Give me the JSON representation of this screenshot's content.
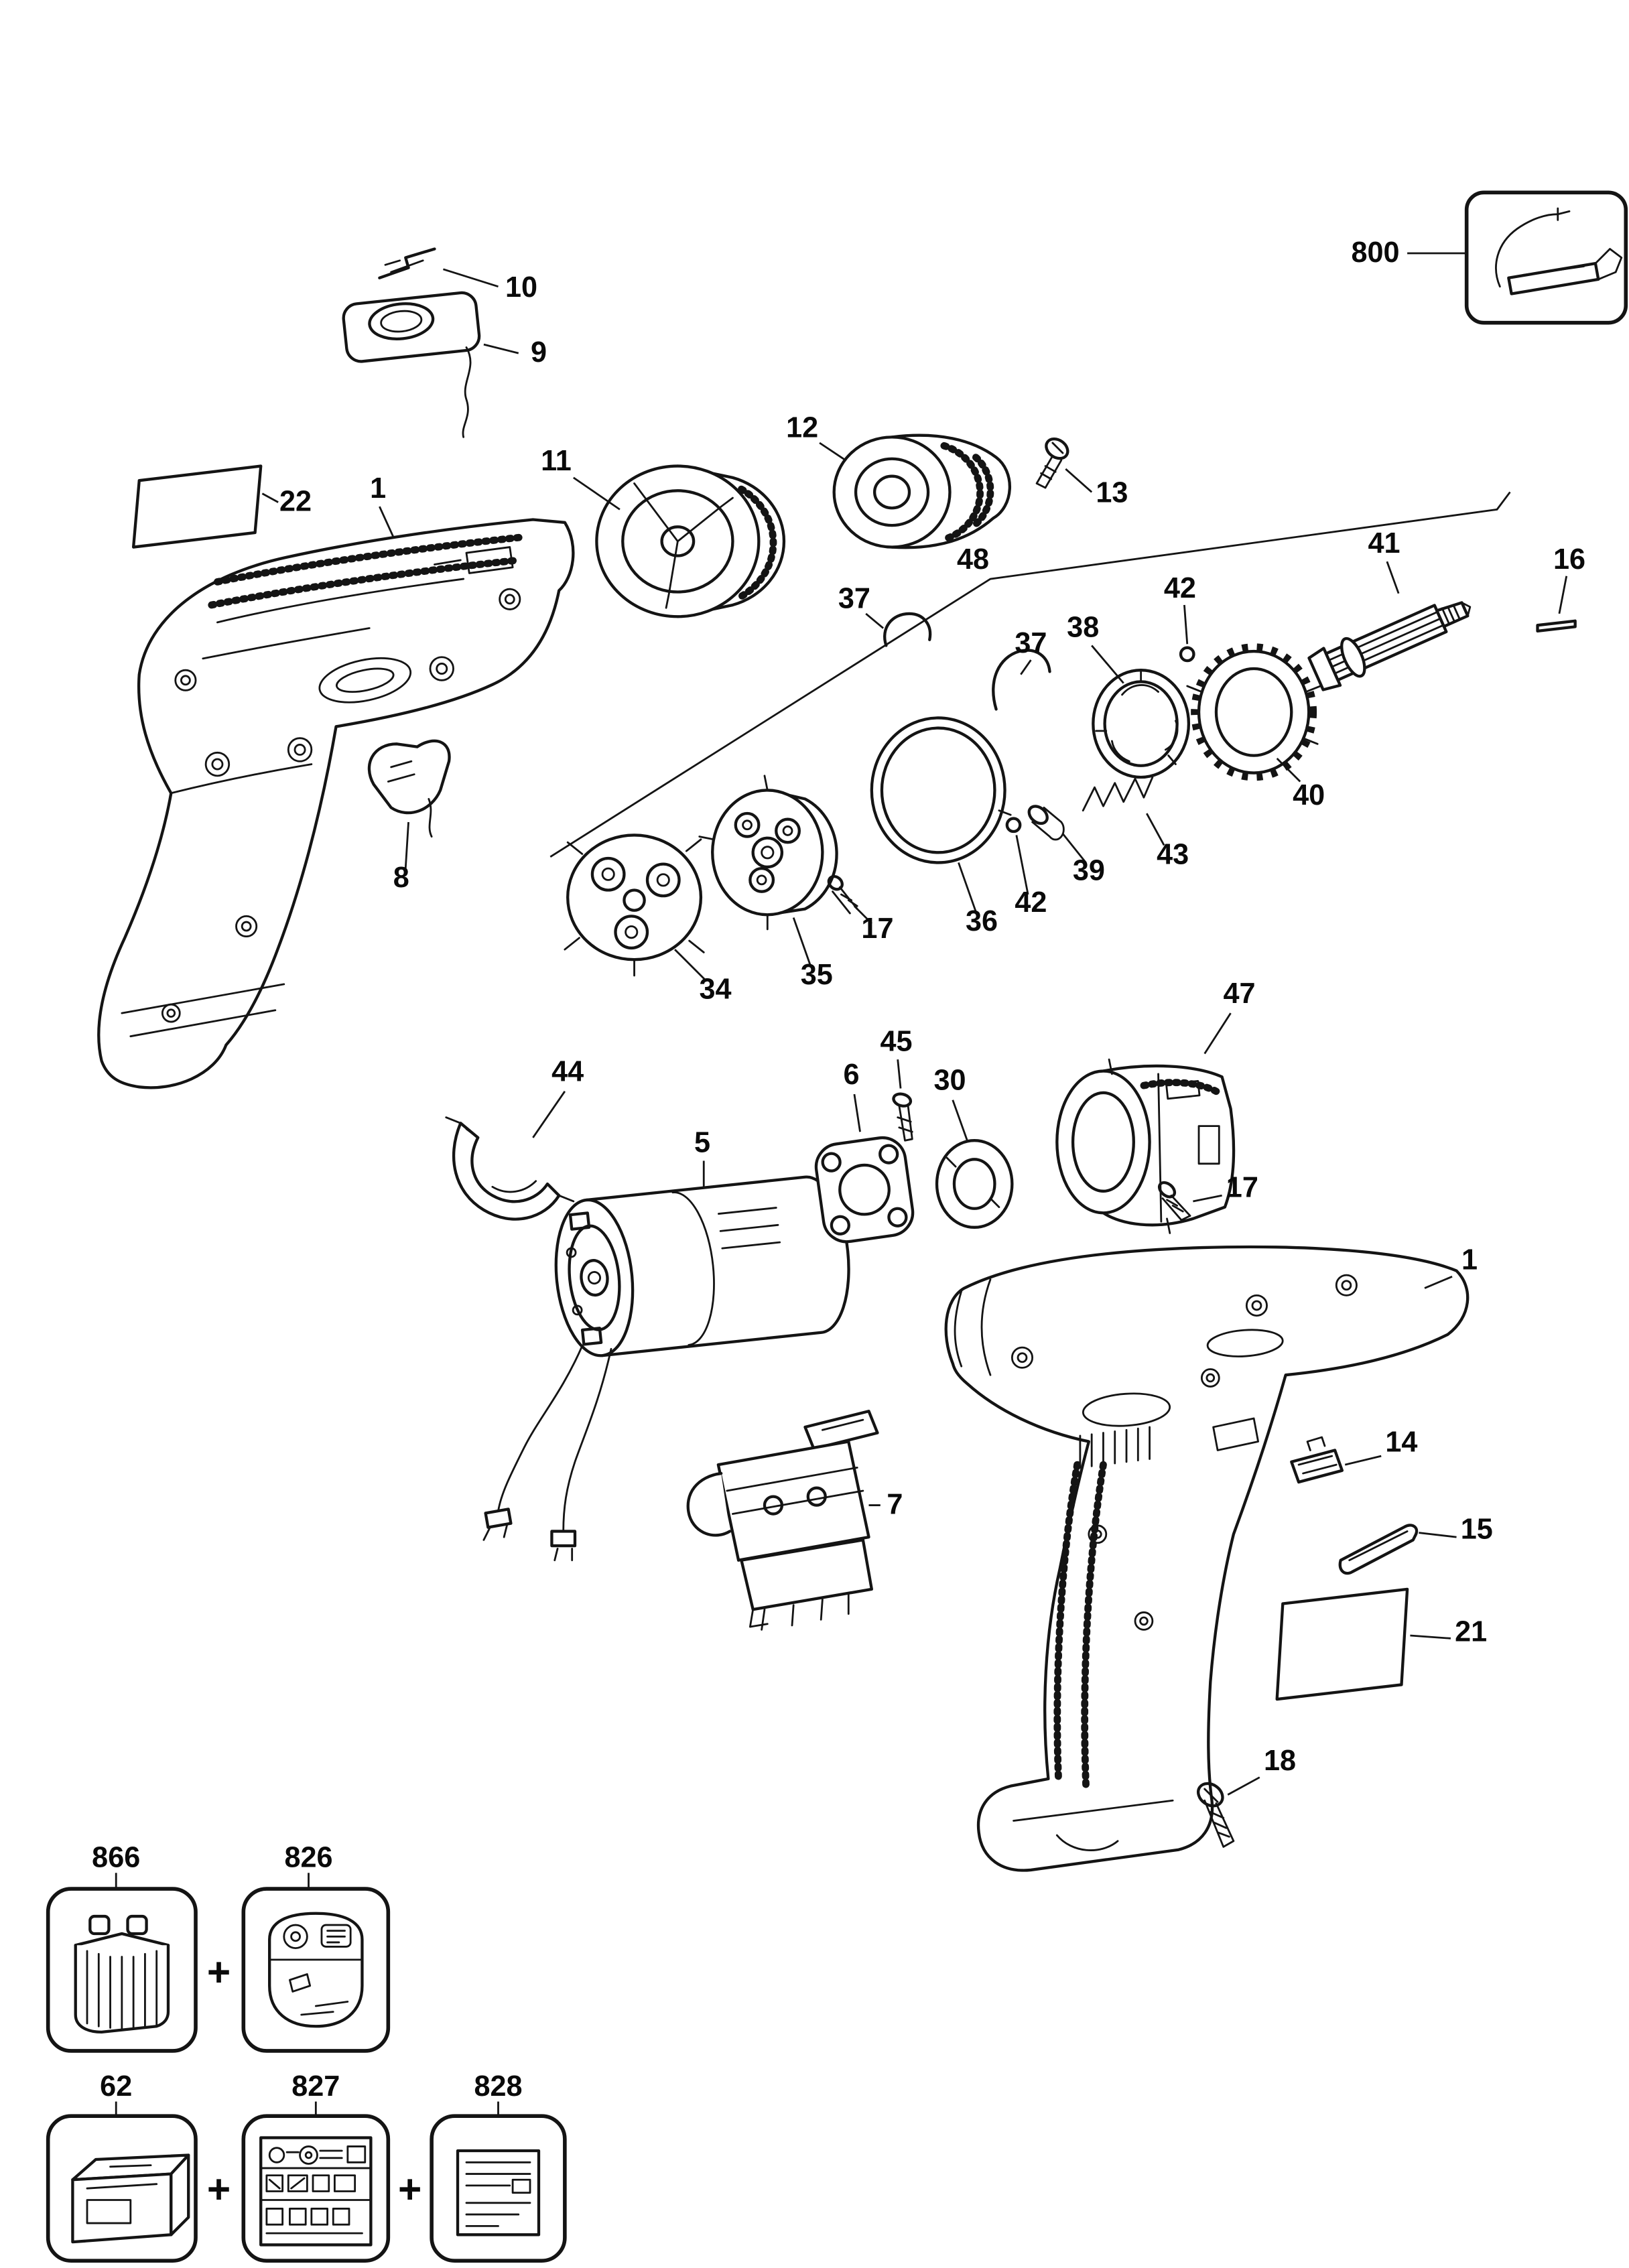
{
  "diagram": {
    "colors": {
      "background": "#ffffff",
      "line": "#141414",
      "label": "#0a0a0a"
    },
    "plus_separator": "+"
  },
  "callouts": [
    {
      "label": "10"
    },
    {
      "label": "9"
    },
    {
      "label": "22"
    },
    {
      "label": "1"
    },
    {
      "label": "11"
    },
    {
      "label": "12"
    },
    {
      "label": "13"
    },
    {
      "label": "37"
    },
    {
      "label": "48"
    },
    {
      "label": "41"
    },
    {
      "label": "16"
    },
    {
      "label": "42"
    },
    {
      "label": "38"
    },
    {
      "label": "37"
    },
    {
      "label": "40"
    },
    {
      "label": "43"
    },
    {
      "label": "39"
    },
    {
      "label": "42"
    },
    {
      "label": "36"
    },
    {
      "label": "17"
    },
    {
      "label": "35"
    },
    {
      "label": "34"
    },
    {
      "label": "8"
    },
    {
      "label": "44"
    },
    {
      "label": "5"
    },
    {
      "label": "6"
    },
    {
      "label": "45"
    },
    {
      "label": "30"
    },
    {
      "label": "47"
    },
    {
      "label": "17"
    },
    {
      "label": "1"
    },
    {
      "label": "14"
    },
    {
      "label": "15"
    },
    {
      "label": "21"
    },
    {
      "label": "18"
    },
    {
      "label": "7"
    },
    {
      "label": "800"
    },
    {
      "label": "866"
    },
    {
      "label": "826"
    },
    {
      "label": "62"
    },
    {
      "label": "827"
    },
    {
      "label": "828"
    }
  ]
}
